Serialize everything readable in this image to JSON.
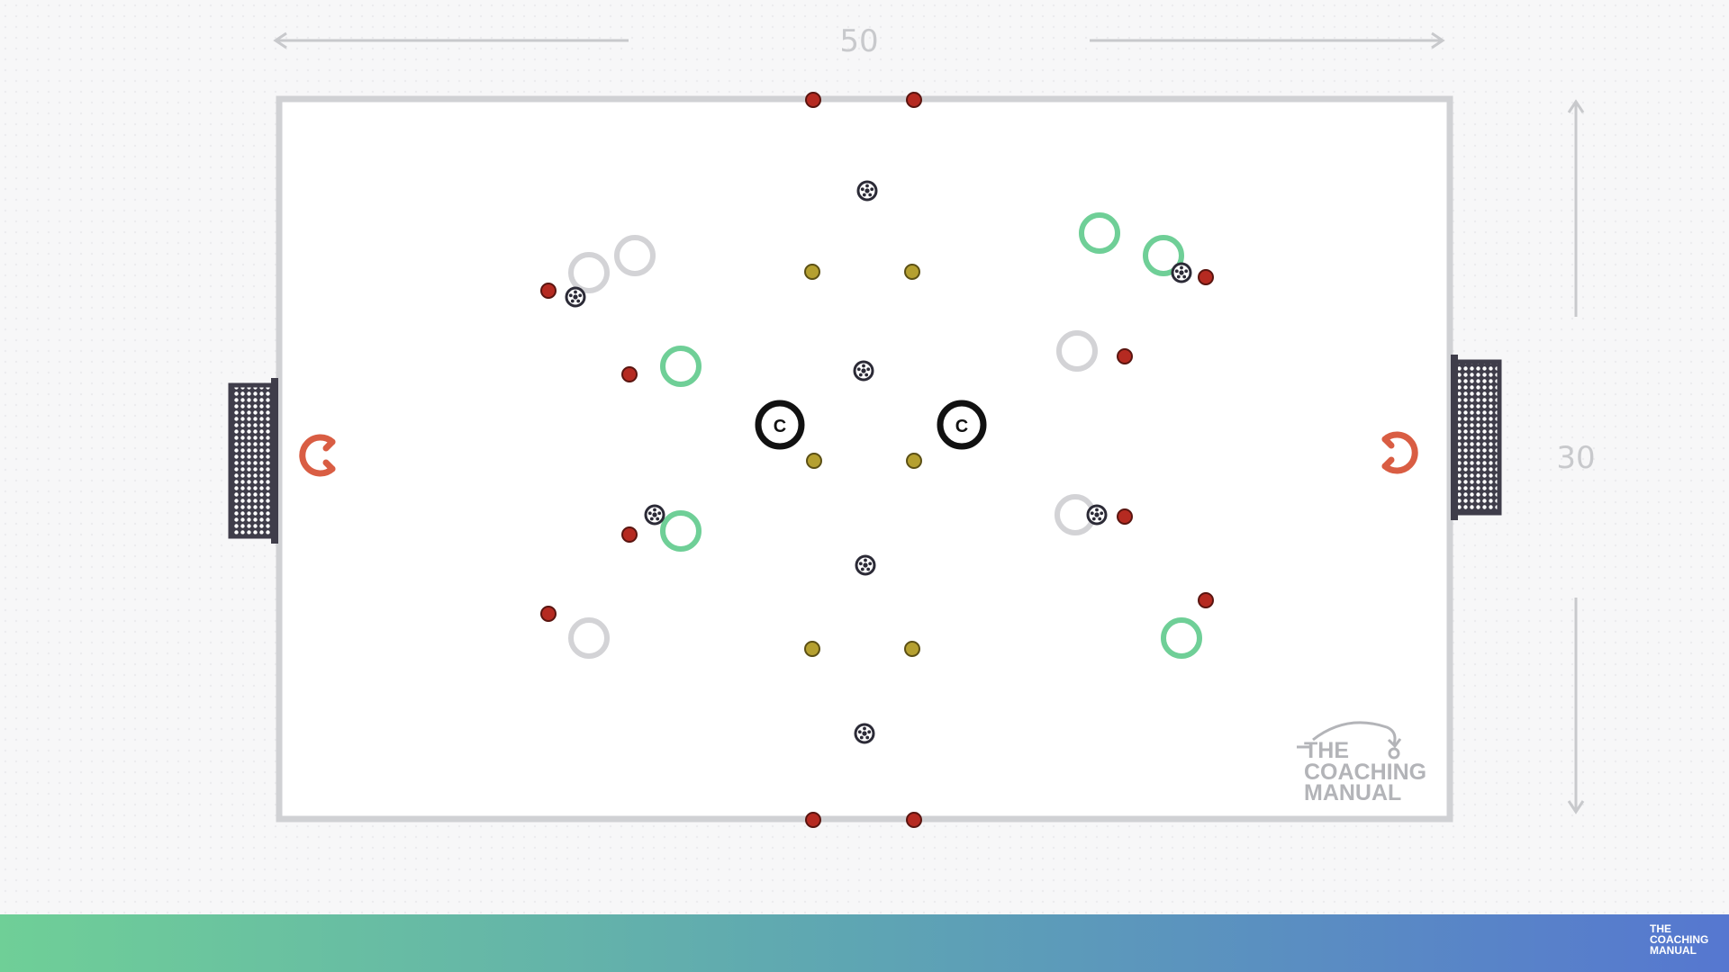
{
  "dimensions": {
    "width_label": "50",
    "height_label": "30"
  },
  "logo": {
    "line1": "THE",
    "line2": "COACHING",
    "line3": "MANUAL"
  },
  "footer_logo": {
    "line1": "THE",
    "line2": "COACHING",
    "line3": "MANUAL"
  },
  "coach_marker_label": "C",
  "colors": {
    "pitch_line": "#d0d1d4",
    "cone_red": "#b52a21",
    "cone_yellow": "#b5a030",
    "ring_green": "#6fcf97",
    "ring_grey": "#d3d3d6",
    "goalkeeper_orange": "#d95d43",
    "goal_frame": "#3f3d4a"
  },
  "icons": [
    "soccer-ball-icon",
    "coach-icon",
    "goalkeeper-icon",
    "goal-net-icon",
    "cone-icon",
    "player-ring-icon"
  ]
}
